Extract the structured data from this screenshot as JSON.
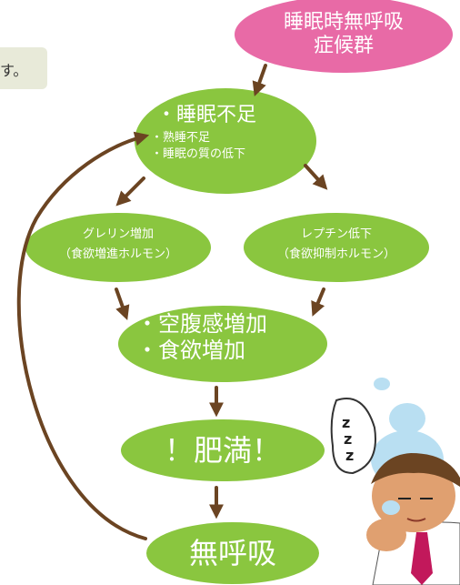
{
  "caption_fragment": "す。",
  "nodes": {
    "sleep_apnea": {
      "line1": "睡眠時無呼吸",
      "line2": "症候群"
    },
    "sleep_deficit": {
      "title": "・睡眠不足",
      "sub1": "・熟睡不足",
      "sub2": "・睡眠の質の低下"
    },
    "ghrelin": {
      "line1": "グレリン増加",
      "line2": "（食欲増進ホルモン）"
    },
    "leptin": {
      "line1": "レプチン低下",
      "line2": "（食欲抑制ホルモン）"
    },
    "hunger": {
      "line1": "・空腹感増加",
      "line2": "・食欲増加"
    },
    "obesity": {
      "label": "！肥満！"
    },
    "apnea": {
      "label": "無呼吸"
    }
  },
  "colors": {
    "pink": "#e86aa6",
    "green": "#8ac63f",
    "arrow": "#6b4422",
    "text": "#ffffff",
    "caption_bg": "#e8ead9"
  },
  "illustration": {
    "icon": "sleeping-man-zzz-icon"
  }
}
